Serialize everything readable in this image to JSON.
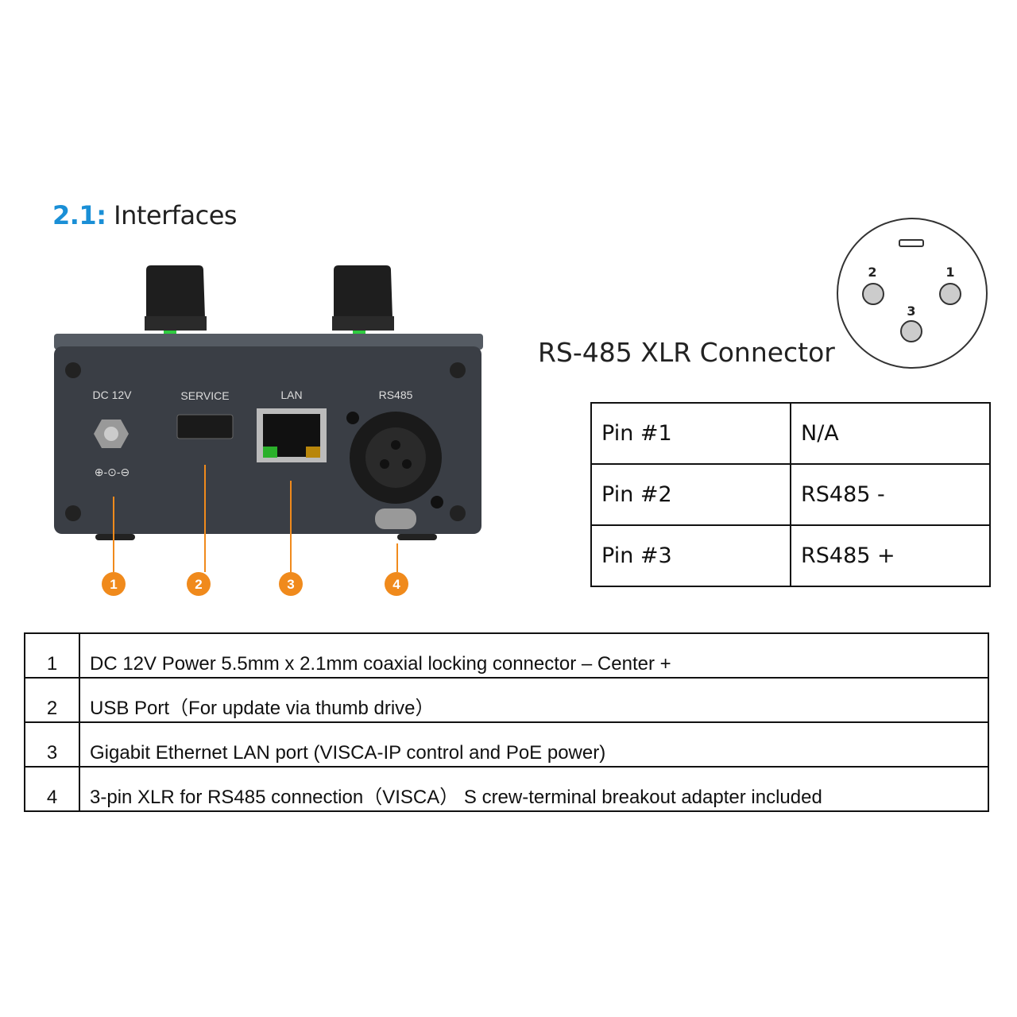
{
  "section": {
    "number": "2.1:",
    "title": "Interfaces"
  },
  "device": {
    "port_labels": [
      "DC 12V",
      "SERVICE",
      "LAN",
      "RS485"
    ],
    "callouts": [
      "1",
      "2",
      "3",
      "4"
    ],
    "callout_color": "#f08a1c"
  },
  "xlr": {
    "title": "RS-485 XLR Connector",
    "pin_numbers": [
      "2",
      "1",
      "3"
    ]
  },
  "pin_table": [
    {
      "pin": "Pin #1",
      "signal": "N/A"
    },
    {
      "pin": "Pin #2",
      "signal": "RS485 -"
    },
    {
      "pin": "Pin #3",
      "signal": "RS485 +"
    }
  ],
  "interface_table": [
    {
      "num": "1",
      "desc": "DC 12V Power 5.5mm x 2.1mm coaxial locking connector – Center +"
    },
    {
      "num": "2",
      "desc": "USB Port（For update via thumb drive）"
    },
    {
      "num": "3",
      "desc": "Gigabit Ethernet LAN port (VISCA-IP control and PoE power)"
    },
    {
      "num": "4",
      "desc": "3-pin XLR for RS485 connection（VISCA） S crew-terminal breakout adapter included"
    }
  ]
}
